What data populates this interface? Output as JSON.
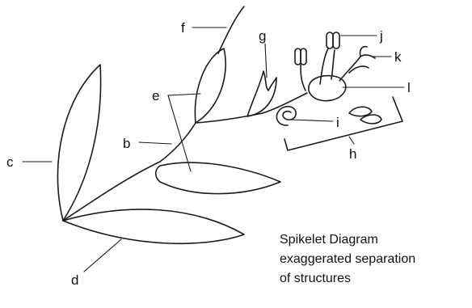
{
  "labels": {
    "b": "b",
    "c": "c",
    "d": "d",
    "e": "e",
    "f": "f",
    "g": "g",
    "h": "h",
    "i": "i",
    "j": "j",
    "k": "k",
    "l": "l"
  },
  "caption": {
    "line1": "Spikelet Diagram",
    "line2": "exaggerated separation",
    "line3": "of structures"
  }
}
